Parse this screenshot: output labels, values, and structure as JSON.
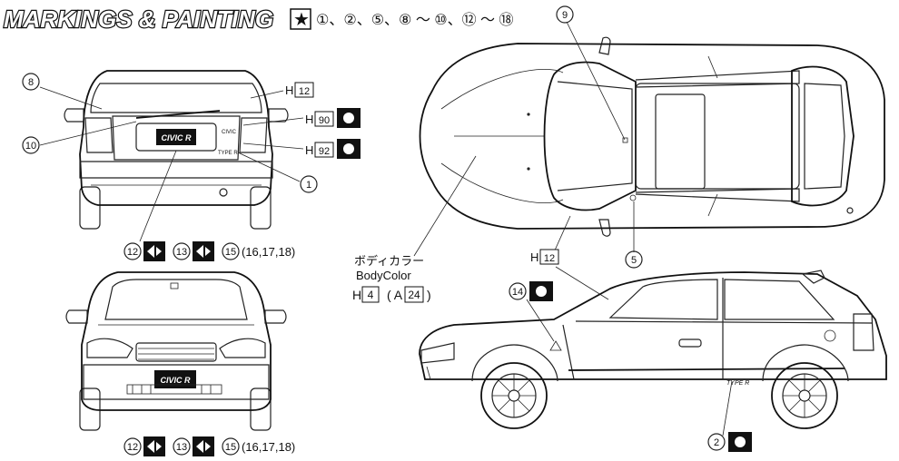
{
  "title": {
    "main": "MARKINGS & PAINTING",
    "star": "★",
    "required_parts": "①、②、⑤、⑧ ～ ⑩、⑫ ～ ⑱"
  },
  "rear_view": {
    "decal_8": "8",
    "decal_10": "10",
    "decal_1": "1",
    "paint_h12_prefix": "H",
    "paint_h12_code": "12",
    "paint_h90_prefix": "H",
    "paint_h90_code": "90",
    "paint_h92_prefix": "H",
    "paint_h92_code": "92",
    "plate_text": "CIVIC R",
    "civic_badge": "CIVIC",
    "type_badge": "TYPE R",
    "step_12": "12",
    "step_13": "13",
    "step_15": "15",
    "step_alt": "(16,17,18)"
  },
  "front_view": {
    "plate_text": "CIVIC R",
    "step_12": "12",
    "step_13": "13",
    "step_15": "15",
    "step_alt": "(16,17,18)"
  },
  "top_view": {
    "decal_9": "9",
    "decal_5": "5"
  },
  "body_color": {
    "label_jp": "ボディカラー",
    "label_en": "BodyColor",
    "h_prefix": "H",
    "h_code": "4",
    "alt_open": "( A",
    "alt_code": "24",
    "alt_close": ")"
  },
  "side_view": {
    "paint_h12_prefix": "H",
    "paint_h12_code": "12",
    "decal_14": "14",
    "decal_2": "2",
    "type_badge": "TYPE R"
  },
  "colors": {
    "line": "#222222",
    "paint_icon": "#111111",
    "background": "#ffffff"
  }
}
